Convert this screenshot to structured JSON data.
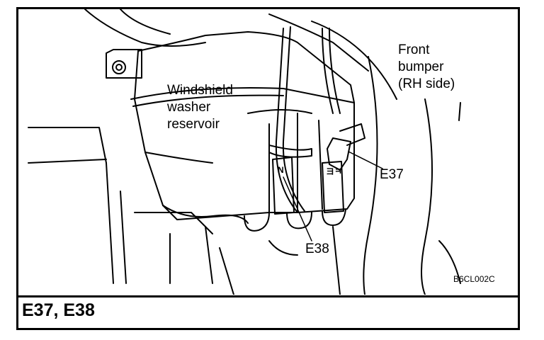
{
  "figure": {
    "caption": "E37, E38",
    "code": "B6CL002C"
  },
  "labels": {
    "reservoir": [
      "Windshield",
      "washer",
      "reservoir"
    ],
    "bumper": [
      "Front",
      "bumper",
      "(RH side)"
    ],
    "e37": "E37",
    "e38": "E38"
  }
}
